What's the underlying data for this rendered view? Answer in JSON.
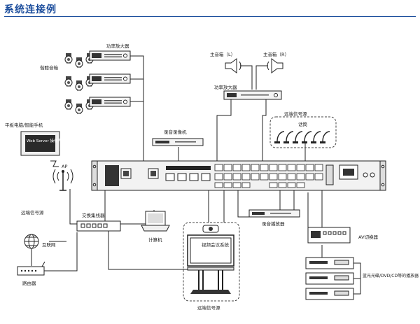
{
  "page": {
    "title": "系统连接例"
  },
  "labels": {
    "power_amp_top": "功率放大器",
    "follow_speakers": "偕聽音箱",
    "main_speaker_left": "主音箱（L）",
    "main_speaker_right": "主音箱（R）",
    "power_amp_main": "功率放大器",
    "remote_source": "远端信号源",
    "gooseneck": "话筒",
    "tablet": "平板电脑/智能手机",
    "tablet_screen": "Web Server 操作界面",
    "ap": "AP",
    "recorder": "录音录像机",
    "remote_source_left": "远端信号源",
    "internet": "互联网",
    "router": "路由器",
    "switch": "交换集线器",
    "computer": "计算机",
    "video_conf": "视频会议系统",
    "player": "录音播放器",
    "av_switcher": "AV切换器",
    "disc_players": "蓝光光碟/DVD/CD等的播放器",
    "remote_source_bottom": "远端信号源"
  }
}
